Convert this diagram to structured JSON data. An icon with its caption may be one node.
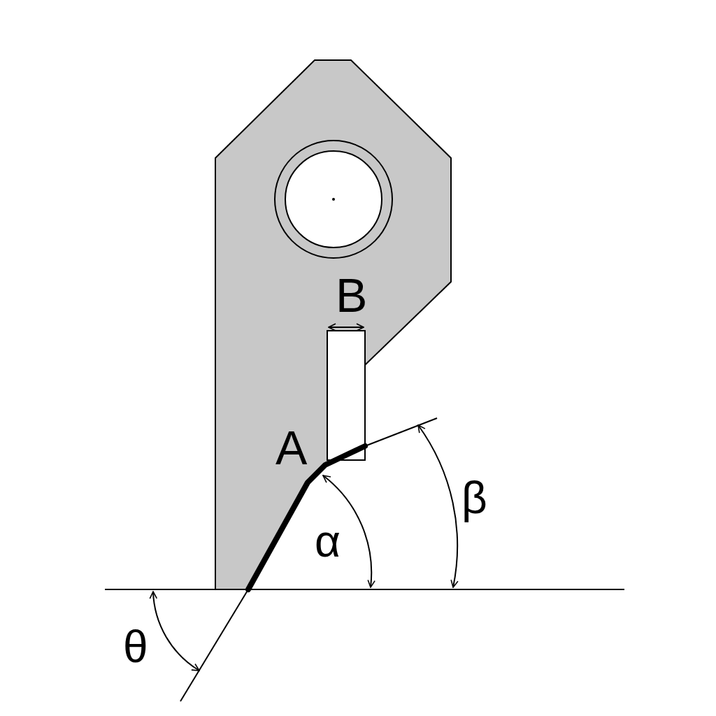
{
  "diagram": {
    "labels": [
      "B",
      "A",
      "α",
      "β",
      "θ"
    ]
  }
}
